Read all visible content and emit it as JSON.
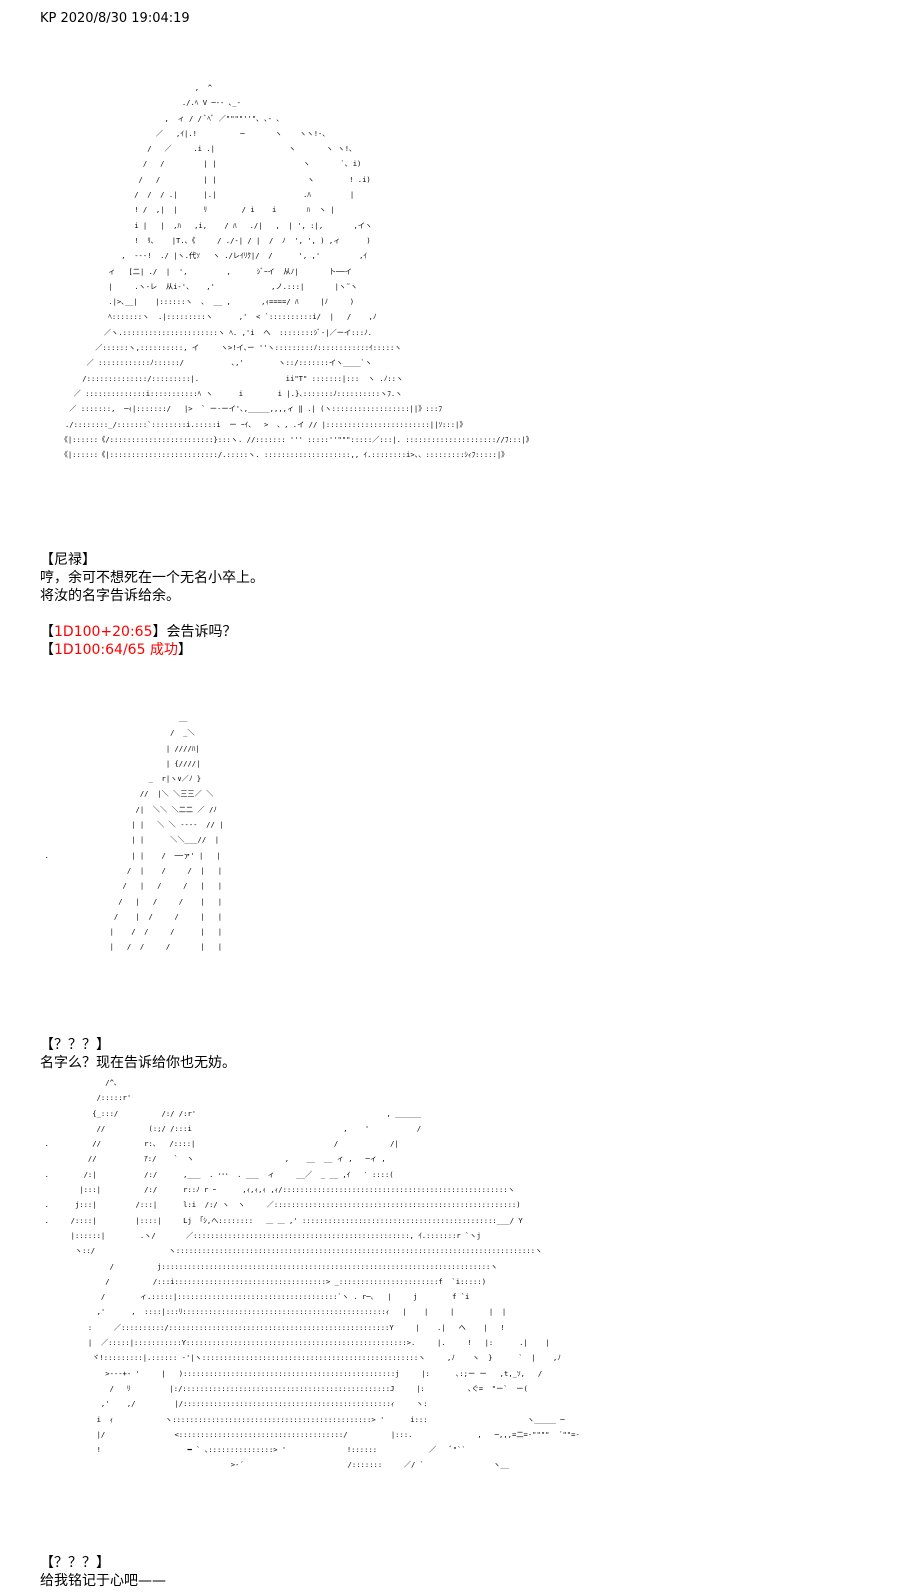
{
  "header": {
    "timestamp": "KP 2020/8/30 19:04:19"
  },
  "art_top": [
    "                                 ,  ^",
    "                              ./.ﾍ V ─-- ､_-",
    "                          ,  ィ / / ﾞﾍﾞ ／\"\"\"\"''\"､ ､- ､",
    "                        ／   ,ｲ|.!          ─       ヽ    ヽヽ!-､",
    "                      /   ／     .i .|                 ヽ       ヽ ヽ!､",
    "                     /   /         | |                    ヽ       `､ i)",
    "                    /   /          | |                     ヽ        ! .i)",
    "                   /  /  / .|      |.|                    .ﾊ         |",
    "                   ! /  ,|  |      ﾘ        / i    i       ﾊ  ヽ |",
    "                   i |   |  ,ﾊ   ,i,    / ﾊ   ./|   ,  | ', :|,       ,イヽ",
    "                   !  ﾘ､    |T.､《     / ./-| / |  /  ﾉ  ', ', ) ,ィ      )",
    "                ,  ---!  ./ |ヽ.代ｿ   ヽ ./レｲﾘｸ|/  /      ', ,'         ,ｲ",
    "             ィ   [二| ./  |  ',         ,      ｼﾞｰイ  从ﾉ|       卜──イ",
    "             |     .ヽ-レ  从i-'、   ,'             ,ノ.:::|       |ヽ˜ヽ",
    "             .|>､__|    |::::::ヽ  ､  __ ,       ,ｨ====/ ﾊ     |ﾉ     )",
    "             ﾍ:::::::ヽ  .|:::::::::ヽ      ,'  < `::::::::::i/  |   /    ,ﾉ",
    "            ／ヽ.::::::::::::::::::::::ヽ ﾍ. ,'i  ヘ  ::::::::ｼﾞ-|／ーイ:::ﾉ.",
    "          ／::::::ヽ,::::::::::, イ     ヽ>!イ､ー ''ヽ:::::::::ﾉ::::::::::::ｲ:::::ヽ",
    "        ／ ::::::::::::ﾉ::::::/           ､,'        ヽ::/:::::::イヽ____`ヽ",
    "       /::::::::::::::/:::::::::|.                    ii\"T\" :::::::|:::  ヽ .ﾉ::ヽ",
    "     ／ ::::::::::::::i:::::::::::ﾍ ヽ      i        i |.}､:::::::ﾉ::::::::::ヽﾌ.ヽ",
    "    ／ :::::::,  ─ｨ|:::::::/   |>  ` ー-ーイ'､,_____,,,,ィ ‖ .| (ヽ::::::::::::::::::||》:::ﾌ",
    "   ./::::::::_/:::::::`::::::::i.:::::i  ー ｰｲ、  >  、, .イ // |::::::::::::::::::::::::||ｿ:::|》",
    "  《|::::::《/::::::::::::::::::::::::}:::ヽ. //::::::: ''' :::::''\"\"\":::::／:::|. ::::::::::::::::::::://ﾌ:::|》",
    "  《|::::::《|:::::::::::::::::::::::::/.:::::ヽ. ::::::::::::::::::::,, ｲ.::::::::i>、、:::::::::ｼｨﾌ:::::|》"
  ],
  "speech_1": {
    "name": "【尼禄】",
    "line_1": "哼，余可不想死在一个无名小卒上。",
    "line_2": "将汝的名字告诉给余。"
  },
  "roll_1": {
    "prefix": "【",
    "dice": "1D100+20:65",
    "suffix": "】会告诉吗？"
  },
  "roll_2": {
    "prefix": "【",
    "dice": "1D100:64/65 成功",
    "suffix": "】"
  },
  "art_middle": [
    "                                 __",
    "                               /  _＼",
    "                              | ////ﾊ|",
    "                              | {////|",
    "                          _  r|ヽ∨／ﾉ }",
    "                        //  |＼ ＼三三／ ＼",
    "                       /|  ＼＼ ＼二二 ／ /ﾉ",
    "                      | |   ＼ ＼ ----  // |",
    "                      | |      ＼＼___//  |",
    "  .                   | |    /  ──ァ' |   |",
    "                     /  |    /     /  |   |",
    "                    /   |   /     /   |   |",
    "                   /   |   /     /    |   |",
    "                  /    |  /     /     |   |",
    "                 |    /  /     /      |   |",
    "                 |   /  /     /       |   |"
  ],
  "speech_2": {
    "name": "【？？？】",
    "line_1": "名字么？现在告诉给你也无妨。"
  },
  "art_bottom": [
    "                /^､",
    "              /:::::r'",
    "             {_:::/          /:/ /:r'                                            , ______",
    "              //          (:;/ /:::i                                   ,    '           /",
    "  .          //          r:､   /::::|                                /            /|",
    "            //           ｱ:/    `  ヽ                     ,    __  __ ィ ,   ─ィ ,",
    "  .        /:|           /:/      ,___  . ･･･  . ___  ィ     __／  _ __ ,ｲ   ′ ::::(",
    "          |:::|          /:/      r::ﾉ r ｰ      ,ｨ,ｨ,ｨ ,ｨ/::::::::::::::::::::::::::::::::::::::::::::::::::::ヽ",
    "  .      j:::|         /:::|      l:i  /:/ ヽ  ヽ     ／::::::::::::::::::::::::::::::::::::::::::::::::::::::::)",
    "  .     /::::|         |::::|     Lj 「ｼ,へ::::::::   ＿ ＿ ,' :::::::::::::::::::::::::::::::::::::::::::::___/ Y",
    "        |::::::|        .ヽ/       ／::::::::::::::::::::::::::::::::::::::::::::::::::, ｲ.:::::::r `ヽj",
    "         ヽ::/                 ヽ:::::::::::::::::::::::::::::::::::::::::::::::::::::::::::::::::::::::::::::::::::ヽ",
    "                 /          j::::::::::::::::::::::::::::::::::::::::::::::::::::::::::::::::::::::::::::ヽ",
    "                /          /:::i:::::::::::::::::::::::::::::::::::> _:::::::::::::::::::::::f  `i:::::)",
    "               /        ィ.:::::|:::::::::::::::::::::::::::::::::::::`ヽ . r─､   |     j        f `i",
    "              ,'      ,  ::::|:::ﾘ:::::::::::::::::::::::::::::::::::::::::::::::ｨ   |    |     |        |  |",
    "            :     ／::::::::::/:::::::::::::::::::::::::::::::::::::::::::::::::::Y     |    .|   ヘ    |   !",
    "            |  ／:::::|:::::::::::Y:::::::::::::::::::::::::::::::::::::::::::::::::::>.     |.     !   |:      .|    |",
    "             ヾ!:::::::::|.:::::: -'|ヽ::::::::::::::::::::::::::::::::::::::::::::::::::ヽ     ,ﾉ    ヽ  }      `  |    ,ﾉ",
    "                >---+- '     |   ):::::::::::::::::::::::::::::::::::::::::::::::::j     |:      ､:;ー ー   ,t,_ｿ,   /",
    "                 /   ﾘ         |:/::::::::::::::::::::::::::::::::::::::::::::::::J     |:          ､ぐ=  \"ー`  ー(",
    "               ,'    ,/         |/::::::::::::::::::::::::::::::::::::::::::::::::ｨ     ヽ:",
    "              i  ｨ            ヽ::::::::::::::::::::::::::::::::::::::::::::::> '      i:::                       ヽ_____ ─",
    "              |/                <::::::::::::::::::::::::::::::::::::::/          |:::.               ,   ─,,,=二=-\"\"\"\"  ´\"\"=-",
    "              !                    ━ ` ､:::::::::::::::> '              !::::::            ／   ﾞ\"``",
    "                                             >-´                        /:::::::     ／/ `                ヽ__"
  ],
  "speech_3": {
    "name": "【？？？】",
    "line_1": "给我铭记于心吧——"
  }
}
